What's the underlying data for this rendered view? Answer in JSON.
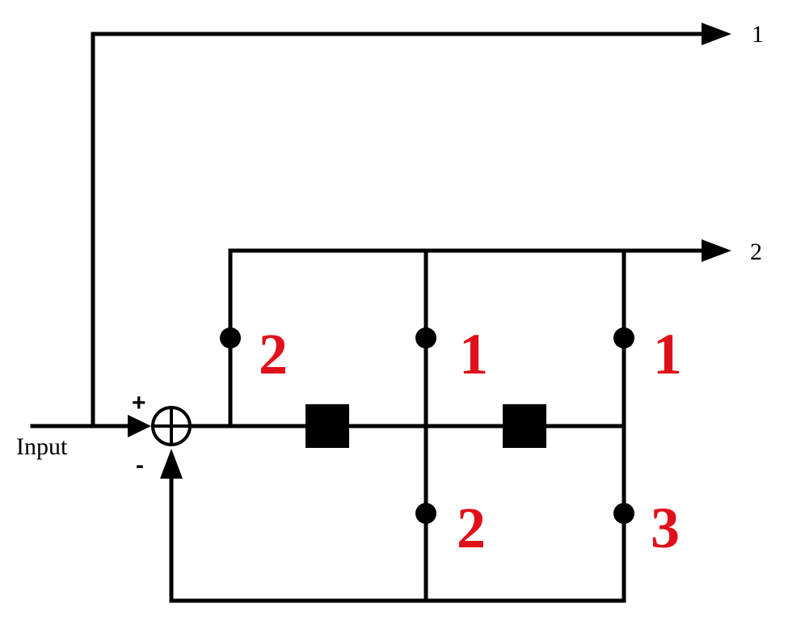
{
  "input_label": "Input",
  "sum_signs": {
    "plus": "+",
    "minus": "-"
  },
  "outputs": [
    {
      "label": "1"
    },
    {
      "label": "2"
    }
  ],
  "upper_taps": [
    {
      "label": "2"
    },
    {
      "label": "1"
    },
    {
      "label": "1"
    }
  ],
  "lower_taps": [
    {
      "label": "2"
    },
    {
      "label": "3"
    }
  ],
  "colors": {
    "line": "#000000",
    "coefficient": "#e0101a"
  }
}
